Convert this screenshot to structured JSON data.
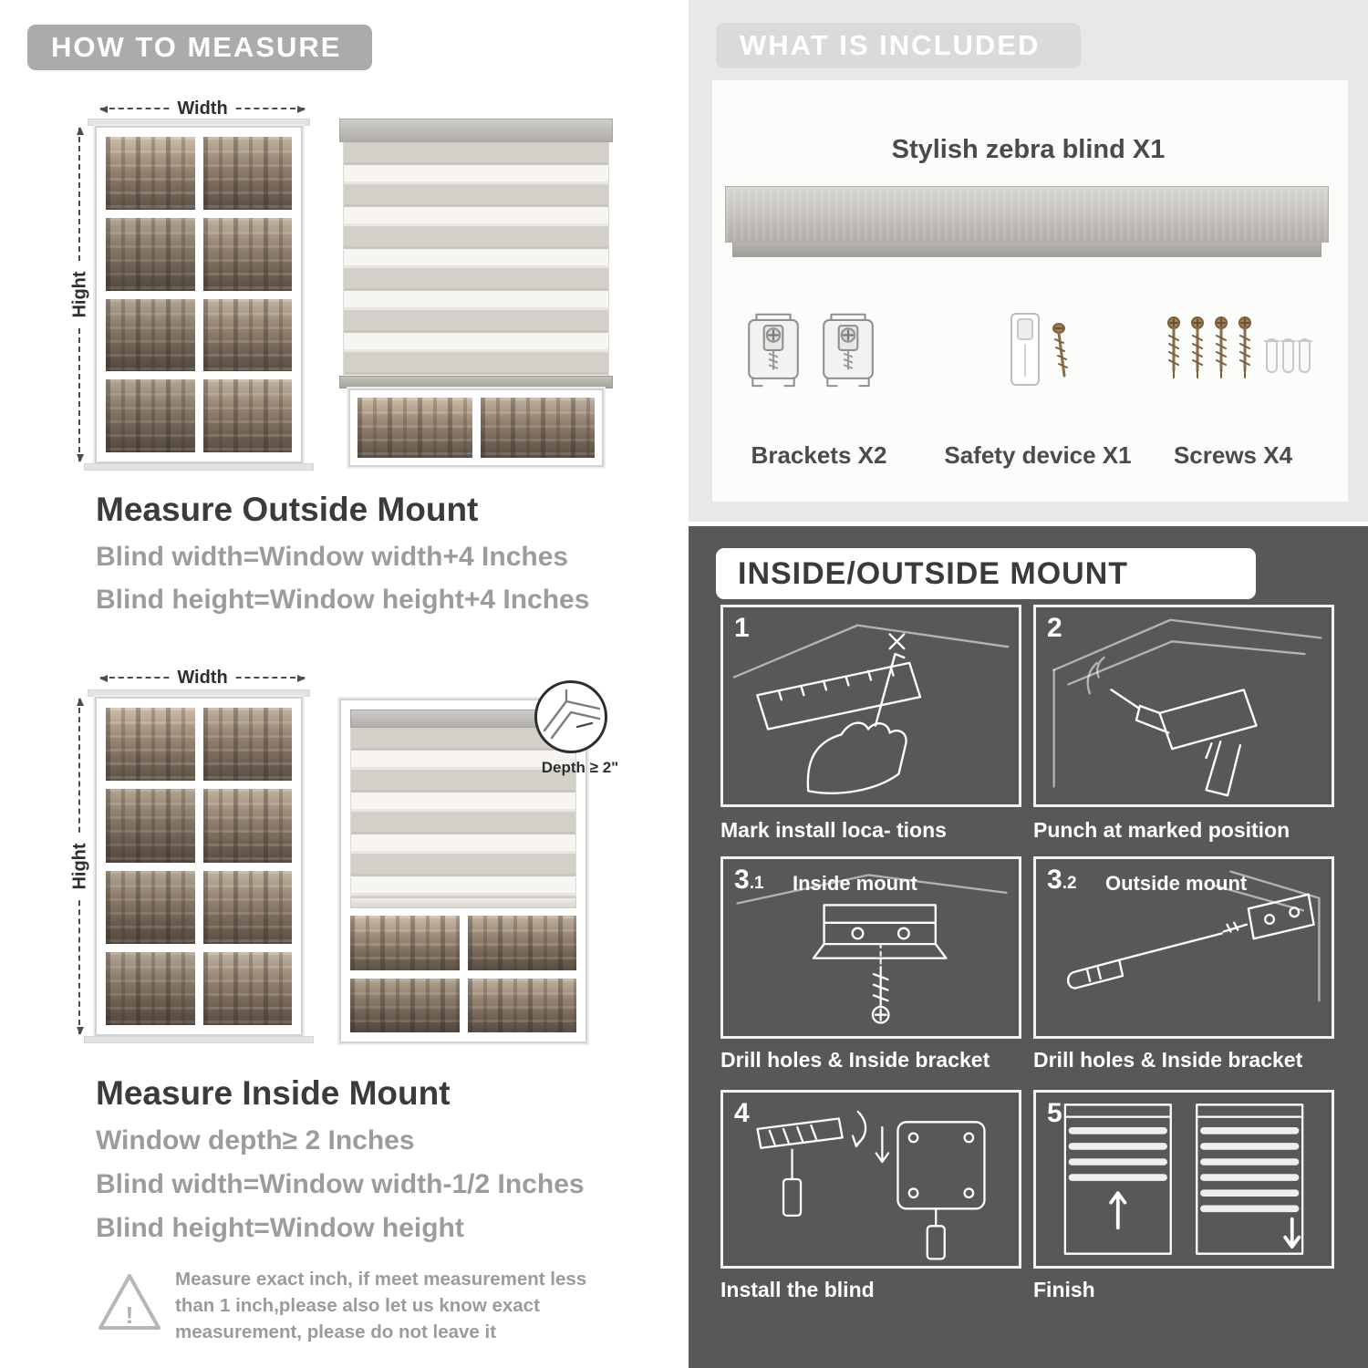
{
  "left": {
    "header": "HOW TO MEASURE",
    "outside": {
      "width_label": "Width",
      "height_label": "Hight",
      "title": "Measure Outside Mount",
      "line1": "Blind width=Window width+4 Inches",
      "line2": "Blind height=Window height+4 Inches"
    },
    "inside": {
      "width_label": "Width",
      "height_label": "Hight",
      "depth_label": "Depth ≥ 2\"",
      "title": "Measure Inside Mount",
      "line1": "Window depth≥ 2 Inches",
      "line2": "Blind width=Window width-1/2 Inches",
      "line3": "Blind height=Window height"
    },
    "warning": {
      "mark": "!",
      "text": "Measure exact inch, if meet measurement less than 1 inch,please also let us know exact measurement, please do not leave it"
    }
  },
  "right": {
    "included": {
      "header": "WHAT IS INCLUDED",
      "blind_label": "Stylish zebra blind X1",
      "items": [
        {
          "label": "Brackets X2"
        },
        {
          "label": "Safety device X1"
        },
        {
          "label": "Screws X4"
        }
      ]
    },
    "mount": {
      "header": "INSIDE/OUTSIDE MOUNT",
      "steps": [
        {
          "num": "1",
          "caption": "Mark install loca- tions"
        },
        {
          "num": "2",
          "caption": "Punch at marked position"
        },
        {
          "num": "3",
          "sub": ".1",
          "label": "Inside mount",
          "caption": "Drill holes & Inside bracket"
        },
        {
          "num": "3",
          "sub": ".2",
          "label": "Outside mount",
          "caption": "Drill holes & Inside bracket"
        },
        {
          "num": "4",
          "caption": "Install the blind"
        },
        {
          "num": "5",
          "caption": "Finish"
        }
      ]
    }
  }
}
